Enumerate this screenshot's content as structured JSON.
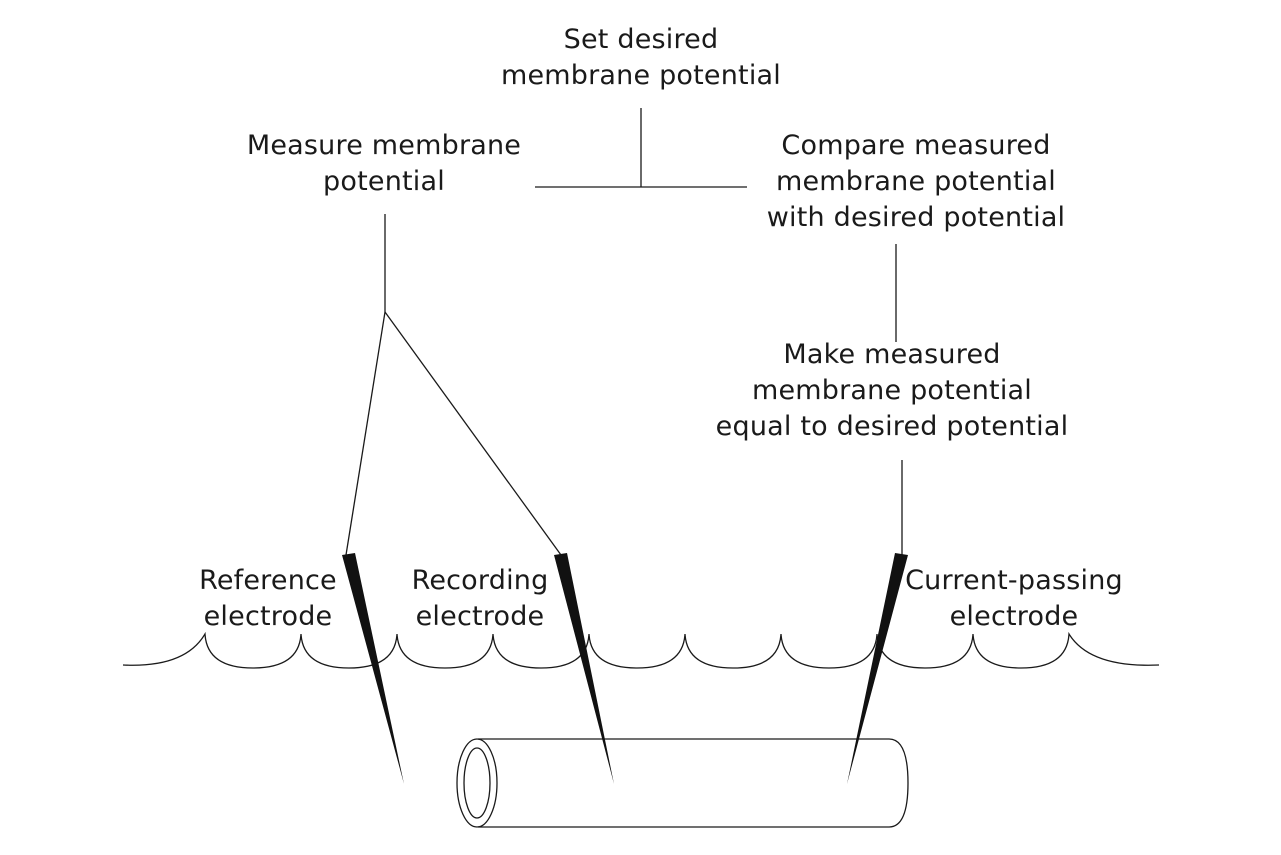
{
  "labels": {
    "set_desired": [
      "Set desired",
      "membrane potential"
    ],
    "measure": [
      "Measure membrane",
      "potential"
    ],
    "compare": [
      "Compare measured",
      "membrane potential",
      "with desired potential"
    ],
    "make_equal": [
      "Make measured",
      "membrane potential",
      "equal to desired potential"
    ],
    "reference_electrode": [
      "Reference",
      "electrode"
    ],
    "recording_electrode": [
      "Recording",
      "electrode"
    ],
    "current_passing_electrode": [
      "Current-passing",
      "electrode"
    ]
  },
  "colors": {
    "line": "#1a1a1a",
    "text": "#1a1a1a",
    "background": "#ffffff"
  }
}
